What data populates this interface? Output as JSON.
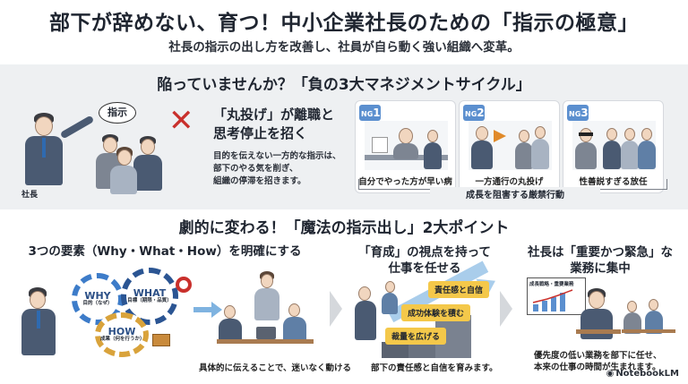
{
  "header": {
    "title": "部下が辞めない、育つ！中小企業社長のための「指示の極意」",
    "subtitle": "社長の指示の出し方を改善し、社員が自ら動く強い組織へ変革。"
  },
  "problem": {
    "heading": "陥っていませんか？「負の3大マネジメントサイクル」",
    "bubble": "指示",
    "ceo_label": "社長",
    "claim_line1": "「丸投げ」が離職と",
    "claim_line2": "思考停止を招く",
    "desc_line1": "目的を伝えない一方的な指示は、",
    "desc_line2": "部下のやる気を削ぎ、",
    "desc_line3": "組織の停滞を招きます。",
    "ng_cards": [
      {
        "badge": "NG",
        "num": "1",
        "caption": "自分でやった方が早い病"
      },
      {
        "badge": "NG",
        "num": "2",
        "caption": "一方通行の丸投げ"
      },
      {
        "badge": "NG",
        "num": "3",
        "caption": "性善説すぎる放任"
      }
    ],
    "bracket_label": "成長を阻害する厳禁行動"
  },
  "solution": {
    "heading": "劇的に変わる！「魔法の指示出し」2大ポイント",
    "col1": {
      "head": "3つの要素（Why・What・How）を明確にする",
      "gears": [
        {
          "title": "WHY",
          "sub": "目的（なぜ）"
        },
        {
          "title": "WHAT",
          "sub": "目標（期限・品質）"
        },
        {
          "title": "HOW",
          "sub": "成果（何を行うか）"
        }
      ],
      "foot": "具体的に伝えることで、迷いなく動ける"
    },
    "col2": {
      "head_line1": "「育成」の視点を持って",
      "head_line2": "仕事を任せる",
      "steps": [
        "責任感と自信",
        "成功体験を積む",
        "裁量を広げる"
      ],
      "foot": "部下の責任感と自信を育みます。"
    },
    "col3": {
      "head_line1": "社長は「重要かつ緊急」な",
      "head_line2": "業務に集中",
      "board": "成長戦略・重要業務",
      "foot_line1": "優先度の低い業務を部下に任せ、",
      "foot_line2": "本来の仕事の時間が生まれます。"
    }
  },
  "footer": {
    "logo": "NotebookLM"
  },
  "colors": {
    "accent_blue": "#5b8fcf",
    "ng_red": "#c9302c",
    "gear_blue": "#3d7cc9",
    "gear_gold": "#d9a33b",
    "step_yellow": "#f4c84a"
  }
}
